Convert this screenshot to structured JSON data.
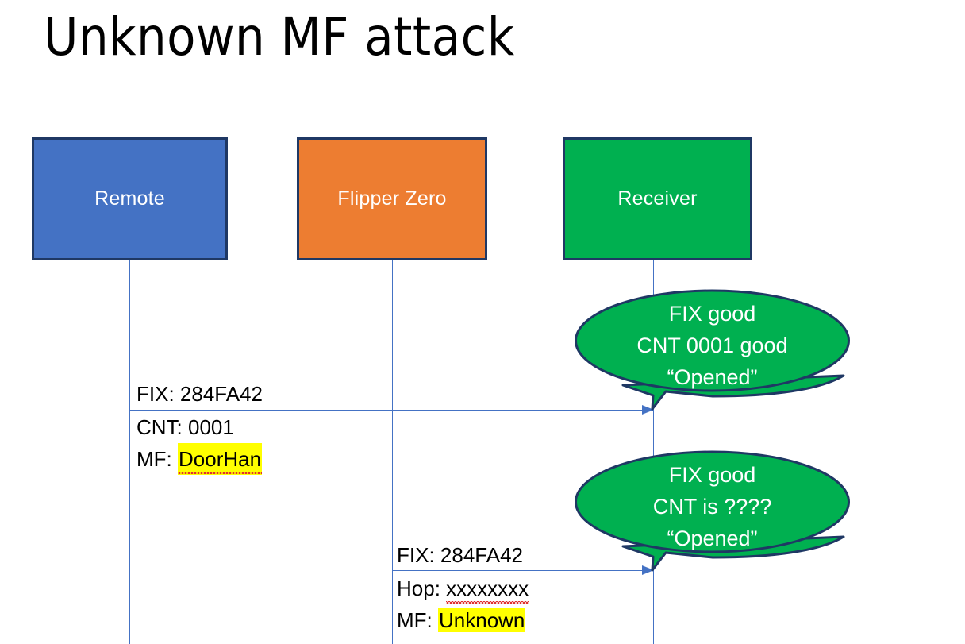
{
  "slide": {
    "title": "Unknown MF attack",
    "background": "#ffffff"
  },
  "colors": {
    "remote_fill": "#4472C4",
    "flipper_fill": "#ED7D31",
    "receiver_fill": "#00B050",
    "box_border": "#1F3864",
    "lifeline": "#4472C4",
    "arrow": "#4472C4",
    "highlight": "#FFFF00",
    "spellcheck_underline": "#E03030",
    "text_on_fill": "#FFFFFF",
    "body_text": "#000000"
  },
  "actors": [
    {
      "id": "remote",
      "label": "Remote"
    },
    {
      "id": "flipper",
      "label": "Flipper Zero"
    },
    {
      "id": "receiver",
      "label": "Receiver"
    }
  ],
  "messages": [
    {
      "id": "remote-to-receiver",
      "from": "remote",
      "to": "receiver",
      "lines": [
        {
          "label": "FIX:",
          "value": "284FA42",
          "highlight": false,
          "spellcheck": false
        },
        {
          "label": "CNT:",
          "value": "0001",
          "highlight": false,
          "spellcheck": false
        },
        {
          "label": "MF:",
          "value": "DoorHan",
          "highlight": true,
          "spellcheck": true
        }
      ]
    },
    {
      "id": "flipper-to-receiver",
      "from": "flipper",
      "to": "receiver",
      "lines": [
        {
          "label": "FIX:",
          "value": "284FA42",
          "highlight": false,
          "spellcheck": false
        },
        {
          "label": "Hop:",
          "value": "xxxxxxxx",
          "highlight": false,
          "spellcheck": true
        },
        {
          "label": "MF:",
          "value": "Unknown",
          "highlight": true,
          "spellcheck": false
        }
      ]
    }
  ],
  "bubbles": [
    {
      "id": "receiver-response-1",
      "lines": [
        "FIX good",
        "CNT 0001 good",
        "“Opened”"
      ]
    },
    {
      "id": "receiver-response-2",
      "lines": [
        "FIX good",
        "CNT is ????",
        "“Opened”"
      ]
    }
  ]
}
